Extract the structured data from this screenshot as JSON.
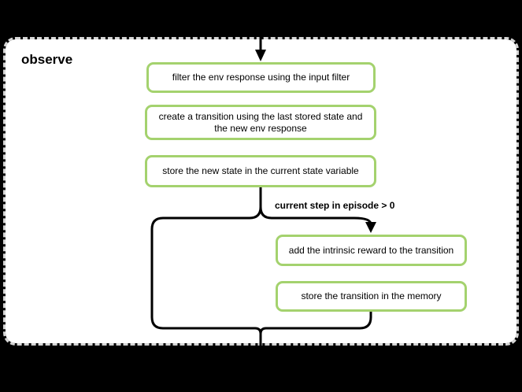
{
  "diagram": {
    "title": "observe",
    "nodes": [
      {
        "id": "filter-env-response",
        "label": "filter the env response using the input filter"
      },
      {
        "id": "create-transition",
        "label": "create a transition using the last stored state and the new env response"
      },
      {
        "id": "store-new-state",
        "label": "store the new state in the current state variable"
      },
      {
        "id": "add-intrinsic-reward",
        "label": "add the intrinsic reward to the transition"
      },
      {
        "id": "store-transition",
        "label": "store the transition in the memory"
      }
    ],
    "condition_label": "current step in episode > 0",
    "colors": {
      "page_bg": "#000000",
      "container_bg": "#ffffff",
      "container_border": "#d6d6d6",
      "node_border": "#a4d26e",
      "connector": "#000000",
      "text": "#000000"
    }
  }
}
